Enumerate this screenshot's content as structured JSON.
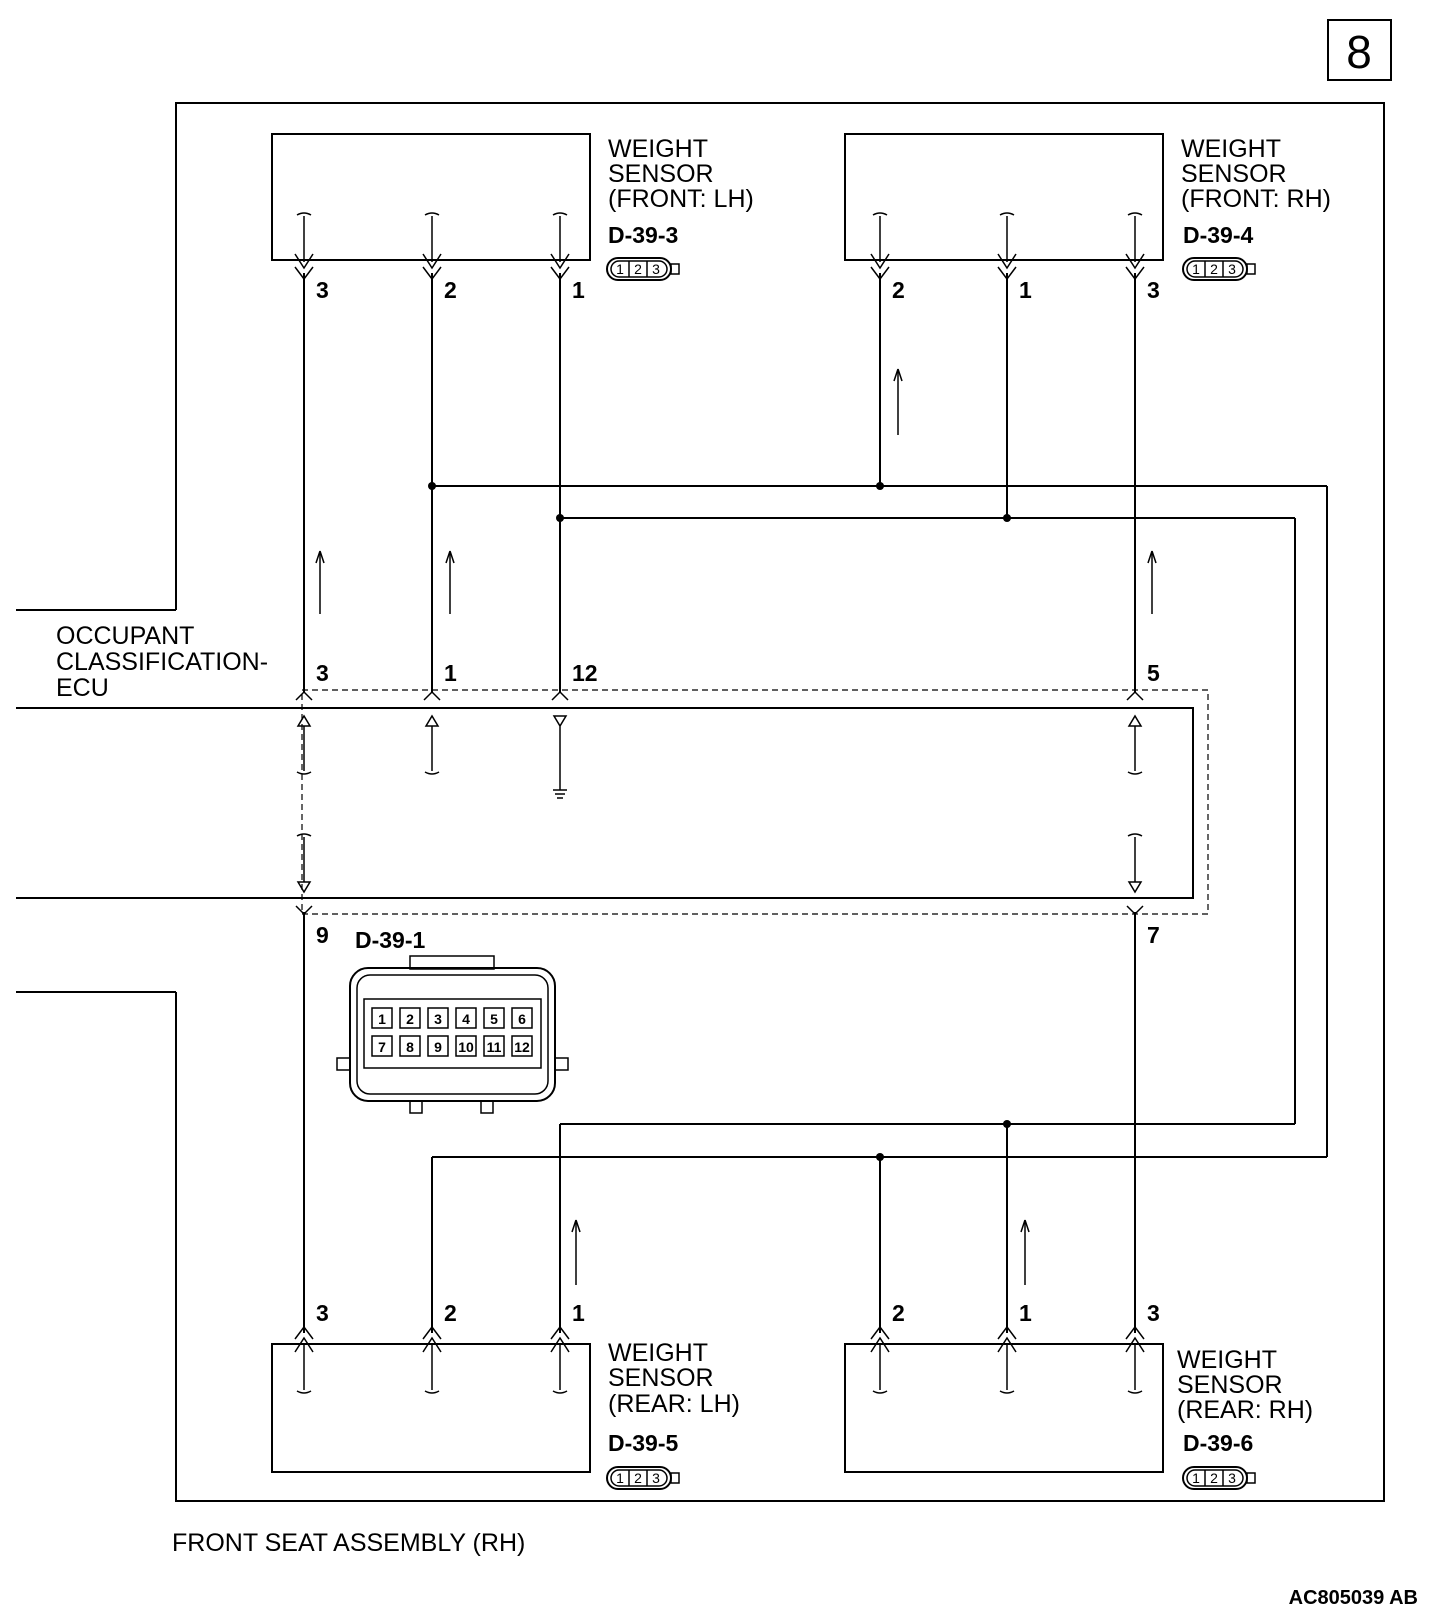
{
  "page_number": "8",
  "assembly_label": "FRONT SEAT ASSEMBLY (RH)",
  "ecu_label": [
    "OCCUPANT",
    "CLASSIFICATION-",
    "ECU"
  ],
  "figure_code": "AC805039 AB",
  "ecu_connector": {
    "id": "D-39-1",
    "pins_top": [
      "1",
      "2",
      "3",
      "4",
      "5",
      "6"
    ],
    "pins_bottom": [
      "7",
      "8",
      "9",
      "10",
      "11",
      "12"
    ],
    "pin_labels_top": [
      "3",
      "1",
      "12",
      "5"
    ],
    "pin_labels_bottom": [
      "9",
      "7"
    ]
  },
  "sensors": [
    {
      "key": "front_lh",
      "name": [
        "WEIGHT",
        "SENSOR",
        "(FRONT: LH)"
      ],
      "connector": "D-39-3",
      "pins": [
        "3",
        "2",
        "1"
      ],
      "connector_pins": [
        "1",
        "2",
        "3"
      ]
    },
    {
      "key": "front_rh",
      "name": [
        "WEIGHT",
        "SENSOR",
        "(FRONT: RH)"
      ],
      "connector": "D-39-4",
      "pins": [
        "2",
        "1",
        "3"
      ],
      "connector_pins": [
        "1",
        "2",
        "3"
      ]
    },
    {
      "key": "rear_lh",
      "name": [
        "WEIGHT",
        "SENSOR",
        "(REAR: LH)"
      ],
      "connector": "D-39-5",
      "pins": [
        "3",
        "2",
        "1"
      ],
      "connector_pins": [
        "1",
        "2",
        "3"
      ]
    },
    {
      "key": "rear_rh",
      "name": [
        "WEIGHT",
        "SENSOR",
        "(REAR: RH)"
      ],
      "connector": "D-39-6",
      "pins": [
        "2",
        "1",
        "3"
      ],
      "connector_pins": [
        "1",
        "2",
        "3"
      ]
    }
  ]
}
